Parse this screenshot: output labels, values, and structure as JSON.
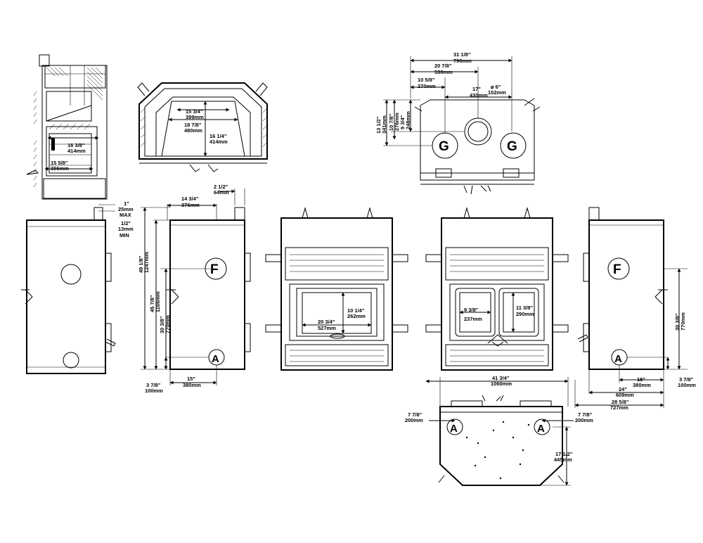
{
  "callouts": {
    "gas": "G",
    "fresh_air": "F",
    "access": "A"
  },
  "side_section": {
    "dim_height": [
      "16 3/8\"",
      "414mm"
    ],
    "dim_base": [
      "15 5/8\"",
      "396mm"
    ]
  },
  "top_section": {
    "dim_opening_top": [
      "15 3/4\"",
      "399mm"
    ],
    "dim_opening_bottom": [
      "18 7/8\"",
      "480mm"
    ],
    "dim_depth": [
      "16 1/4\"",
      "414mm"
    ]
  },
  "top_view": {
    "dim_overall": [
      "31 1/8\"",
      "790mm"
    ],
    "dim_20": [
      "20 7/8\"",
      "530mm"
    ],
    "dim_10": [
      "10 5/8\"",
      "270mm"
    ],
    "dim_17": [
      "17\"",
      "430mm"
    ],
    "dim_diameter": [
      "⌀ 6\"",
      "152mm"
    ],
    "dim_13": [
      "13 1/2\"",
      "341mm"
    ],
    "dim_10b": [
      "10 7/8\"",
      "276mm"
    ],
    "dim_9": [
      "9 3/4\"",
      "248mm"
    ]
  },
  "clearance": {
    "top": [
      "1\"",
      "25mm",
      "MAX"
    ],
    "bottom": [
      "1/2\"",
      "13mm",
      "MIN"
    ]
  },
  "left_side": {
    "dim_width": [
      "14 3/4\"",
      "376mm"
    ],
    "dim_vent": [
      "2 1/2\"",
      "64mm"
    ],
    "dim_49": [
      "49 1/8\"",
      "1247mm"
    ],
    "dim_45": [
      "45 7/8\"",
      "1166mm"
    ],
    "dim_30": [
      "30 3/8\"",
      "770mm"
    ],
    "dim_15": [
      "15\"",
      "380mm"
    ],
    "dim_3": [
      "3 7/8\"",
      "100mm"
    ]
  },
  "front_left": {
    "dim_width": [
      "20 3/4\"",
      "527mm"
    ],
    "dim_height": [
      "10 1/4\"",
      "262mm"
    ]
  },
  "front_right": {
    "dim_width": [
      "9 3/8\"",
      "237mm"
    ],
    "dim_height": [
      "11 3/8\"",
      "290mm"
    ]
  },
  "right_side": {
    "dim_30": [
      "30 3/8\"",
      "770mm"
    ],
    "dim_15": [
      "15\"",
      "380mm"
    ],
    "dim_3": [
      "3 7/8\"",
      "100mm"
    ],
    "dim_24": [
      "24\"",
      "609mm"
    ],
    "dim_28": [
      "28 5/8\"",
      "727mm"
    ]
  },
  "bottom_view": {
    "dim_width": [
      "41 3/4\"",
      "1060mm"
    ],
    "dim_left": [
      "7 7/8\"",
      "200mm"
    ],
    "dim_right": [
      "7 7/8\"",
      "200mm"
    ],
    "dim_depth": [
      "17 1/2\"",
      "445mm"
    ]
  }
}
